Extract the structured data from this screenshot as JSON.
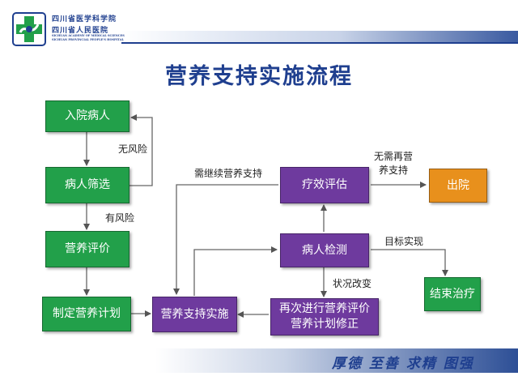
{
  "header": {
    "institution_cn_1": "四川省医学科学院",
    "institution_cn_2": "四川省人民医院",
    "institution_en_1": "SICHUAN ACADEMY OF MEDICAL SCIENCES",
    "institution_en_2": "SICHUAN PROVINCIAL PEOPLE'S HOSPITAL"
  },
  "title": "营养支持实施流程",
  "nodes": {
    "admission": "入院病人",
    "screening": "病人筛选",
    "assessment": "营养评价",
    "plan": "制定营养计划",
    "implementation": "营养支持实施",
    "evaluation": "疗效评估",
    "discharge": "出院",
    "monitoring": "病人检测",
    "reassess_line1": "再次进行营养评价",
    "reassess_line2": "营养计划修正",
    "end_treatment": "结束治疗"
  },
  "edge_labels": {
    "no_risk": "无风险",
    "has_risk": "有风险",
    "need_continue": "需继续营养支持",
    "no_need_line1": "无需再营",
    "no_need_line2": "养支持",
    "goal_met": "目标实现",
    "status_change": "状况改变"
  },
  "footer": {
    "slogan": "厚德 至善 求精 图强"
  },
  "colors": {
    "green": "#22a04a",
    "purple": "#6e3a9e",
    "orange": "#e8901c",
    "title_blue": "#1f3f8f"
  }
}
